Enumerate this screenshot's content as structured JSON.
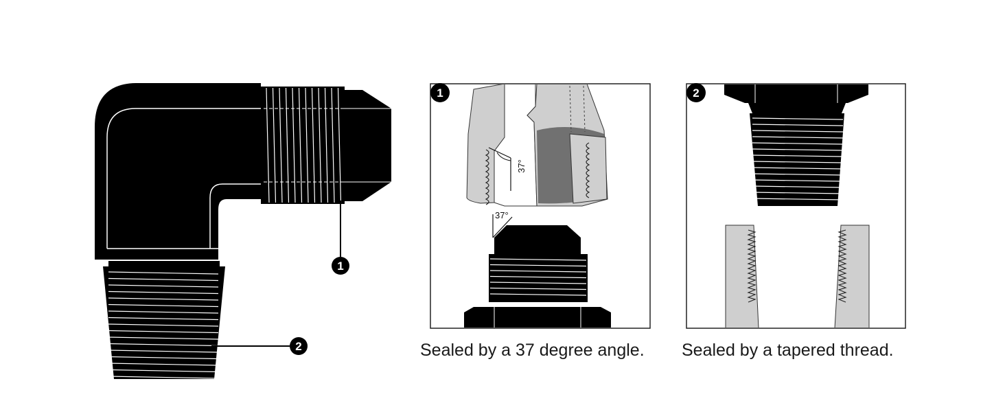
{
  "callouts": {
    "flare": "1",
    "npt": "2"
  },
  "panels": [
    {
      "badge": "1",
      "caption": "Sealed by a 37 degree angle.",
      "angle_labels": [
        "37°",
        "37°"
      ]
    },
    {
      "badge": "2",
      "caption": "Sealed by a tapered thread."
    }
  ],
  "colors": {
    "metal": "#000000",
    "steel": "#cfcfcf",
    "outline": "#222222"
  },
  "icons": [
    "number-badge-icon"
  ]
}
